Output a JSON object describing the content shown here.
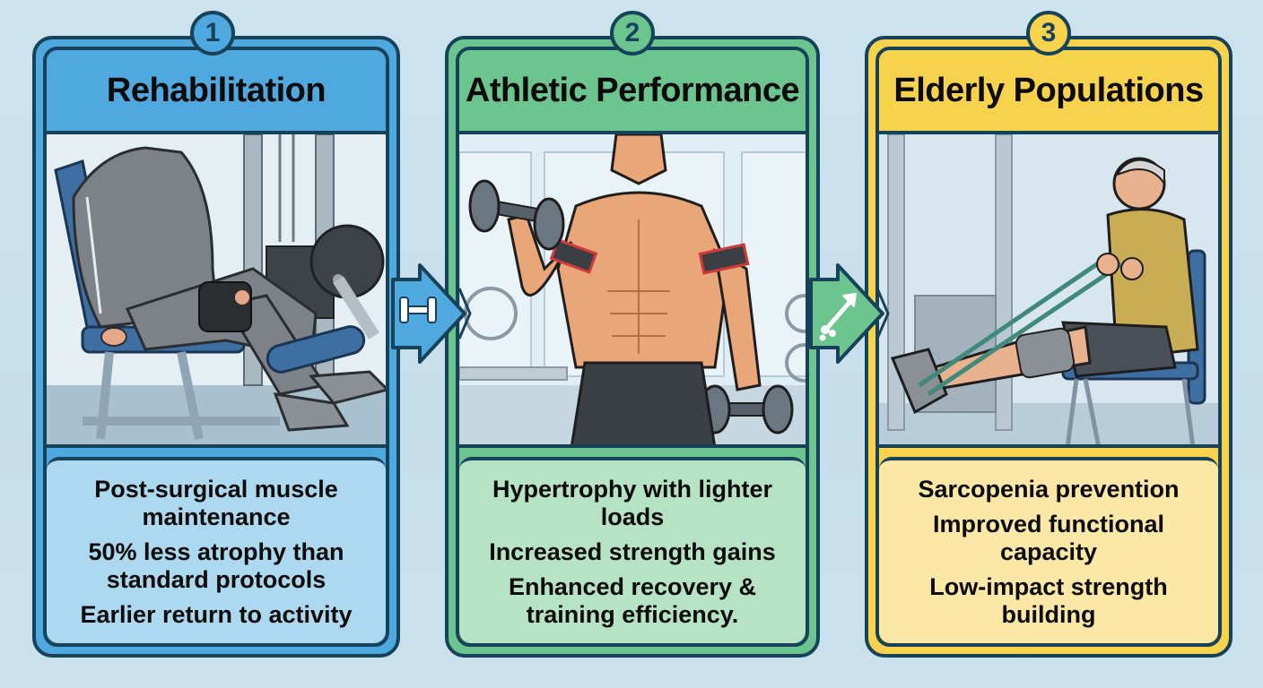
{
  "colors": {
    "background": "#cde3ee",
    "outline": "#17435a",
    "card1_accent": "#4fa8de",
    "card1_text_bg": "#acd8f0",
    "card2_accent": "#6cc48e",
    "card2_text_bg": "#b5e3c4",
    "card3_accent": "#f7d24d",
    "card3_text_bg": "#fbe8a6"
  },
  "cards": [
    {
      "number": "1",
      "title": "Rehabilitation",
      "illustration": "man-in-tracksuit-on-leg-extension-machine-with-knee-brace",
      "bullets": [
        "Post-surgical muscle maintenance",
        "50% less atrophy than standard protocols",
        "Earlier return to activity"
      ]
    },
    {
      "number": "2",
      "title": "Athletic Performance",
      "illustration": "muscular-man-with-arm-occlusion-bands-curling-dumbbells",
      "bullets": [
        "Hypertrophy with lighter loads",
        "Increased strength gains",
        "Enhanced recovery & training efficiency."
      ]
    },
    {
      "number": "3",
      "title": "Elderly Populations",
      "illustration": "older-man-seated-with-resistance-band-and-knee-brace",
      "bullets": [
        "Sarcopenia prevention",
        "Improved functional capacity",
        "Low-impact strength building"
      ]
    }
  ],
  "connectors": [
    {
      "icon": "dumbbell-icon",
      "color": "#4fa8de"
    },
    {
      "icon": "growth-arrow-icon",
      "color": "#6cc48e"
    }
  ]
}
